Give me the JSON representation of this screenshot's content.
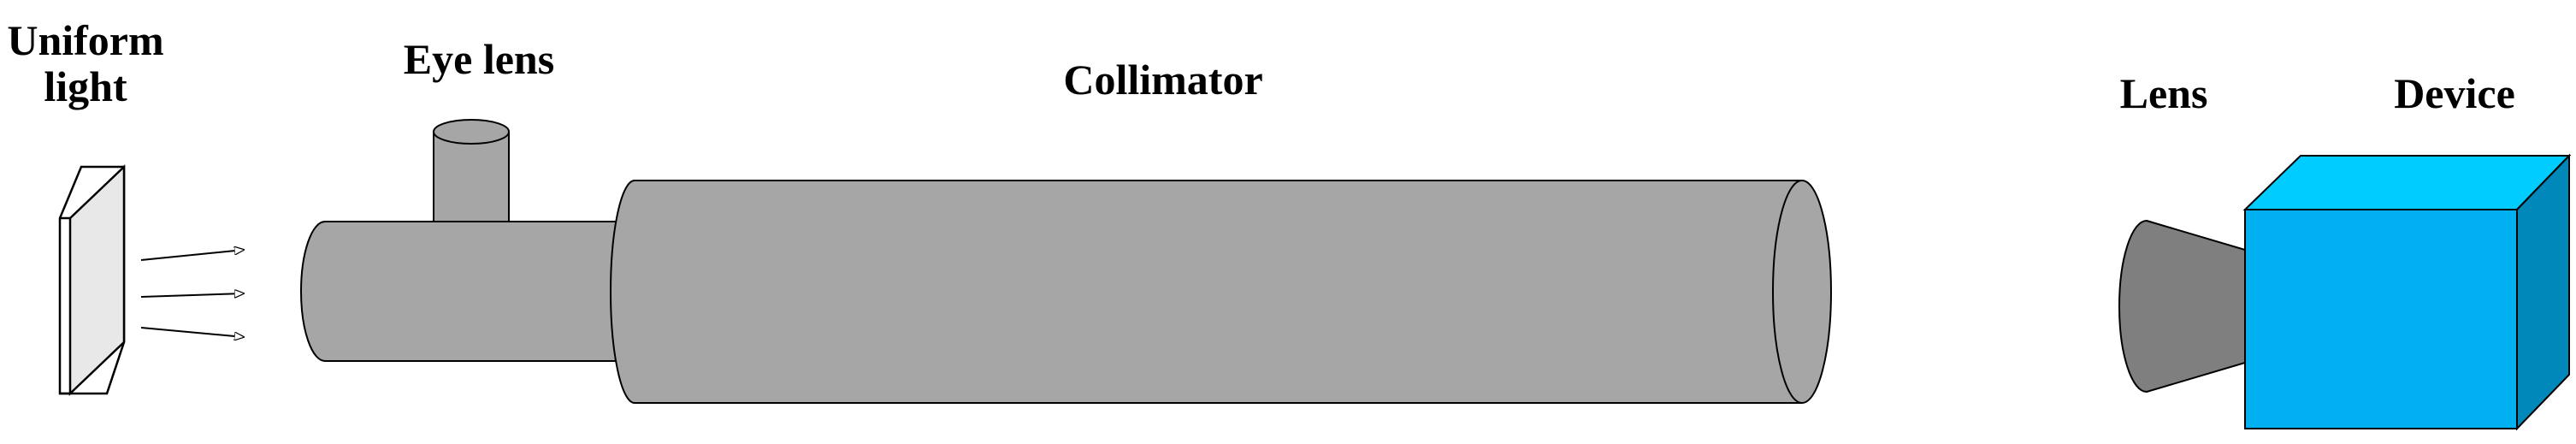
{
  "labels": {
    "uniform_light_line1": "Uniform",
    "uniform_light_line2": "light",
    "eye_lens": "Eye lens",
    "collimator": "Collimator",
    "lens": "Lens",
    "device": "Device"
  },
  "colors": {
    "tube_fill": "#a6a6a6",
    "outline": "#000000",
    "panel_fill": "#e8e8e8",
    "lens_fill": "#7f7f7f",
    "device_front": "#00b0f0",
    "device_top": "#00ccff",
    "device_side": "#0088bb"
  }
}
